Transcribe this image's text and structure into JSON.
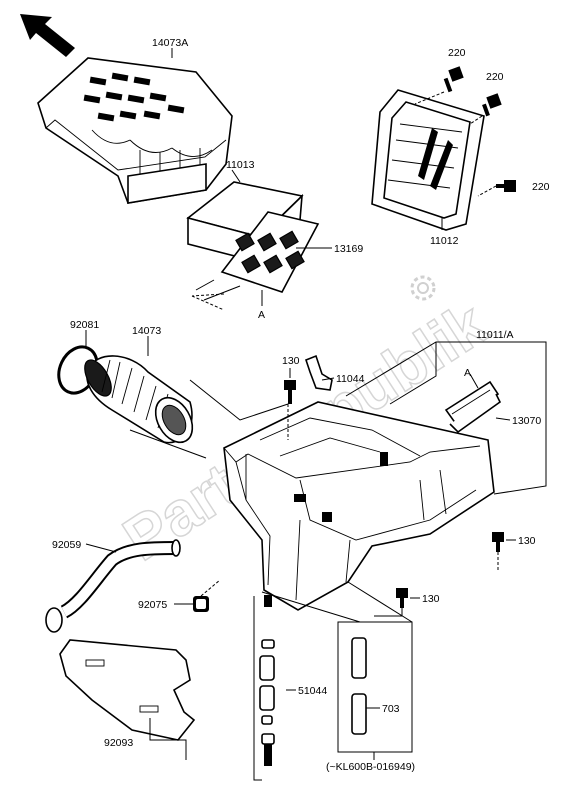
{
  "watermark": "PartsRepublik",
  "labels": {
    "p14073A": "14073A",
    "p220a": "220",
    "p220b": "220",
    "p220c": "220",
    "p11013": "11013",
    "p11012": "11012",
    "p13169": "13169",
    "pA1": "A",
    "p92081": "92081",
    "p14073": "14073",
    "p11011A": "11011/A",
    "p130a": "130",
    "p11044": "11044",
    "pA2": "A",
    "p13070": "13070",
    "p92059": "92059",
    "p130b": "130",
    "p92075": "92075",
    "p130c": "130",
    "p51044": "51044",
    "p703": "703",
    "p92093": "92093",
    "pKL": "(~KL600B-016949)"
  }
}
